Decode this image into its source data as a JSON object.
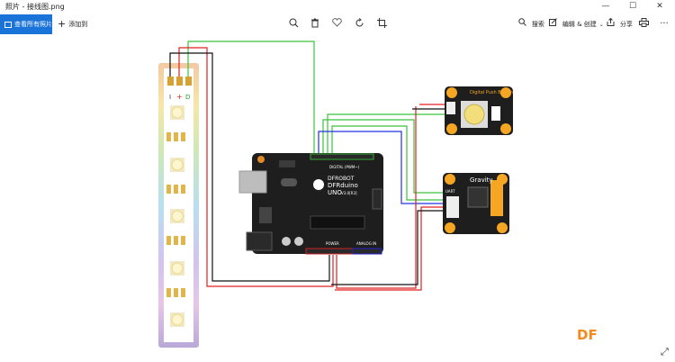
{
  "window": {
    "title": "照片 - 接线图.png",
    "minimize": "—",
    "maximize": "☐",
    "close": "✕"
  },
  "toolbar": {
    "view_all_label": "查看所有照片",
    "add_label": "添加到",
    "add_icon": "plus-icon",
    "search_label": "搜索",
    "edit_label": "编辑 & 创建",
    "share_label": "分享",
    "icons": {
      "zoom": "zoom-icon",
      "delete": "trash-icon",
      "favorite": "heart-icon",
      "rotate": "rotate-icon",
      "crop": "crop-icon",
      "print": "print-icon",
      "more": "more-icon"
    }
  },
  "diagram": {
    "strip_labels": [
      "I",
      "+",
      "D"
    ],
    "board_brand": "DFROBOT",
    "board_name": "DFRduino",
    "board_model": "UNO",
    "board_version": "V3.0[R3]",
    "digital_label": "DIGITAL (PWM~)",
    "analog_label": "ANALOG IN",
    "power_label": "POWER",
    "button_module_title": "Digital Push Button",
    "gravity_label": "Gravity",
    "gravity_sub": "UART",
    "accent_color": "#f5a623",
    "wire_colors": {
      "green": "#3ac33a",
      "red": "#e02020",
      "black": "#111111",
      "blue": "#2030e0"
    }
  },
  "watermark": "DF",
  "expand_icon": "expand-icon"
}
